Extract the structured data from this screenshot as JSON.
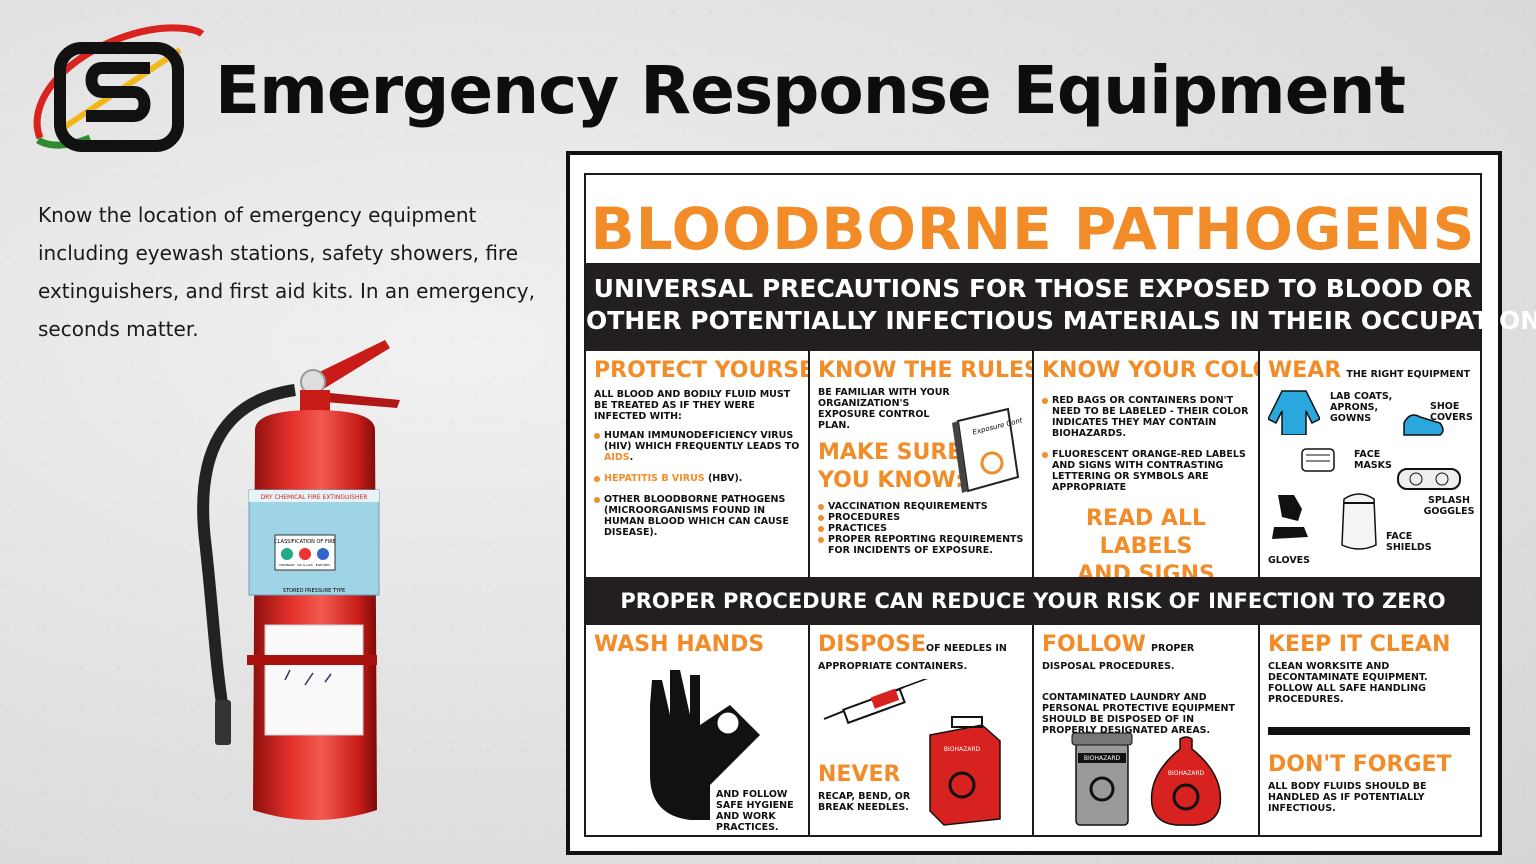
{
  "slide": {
    "title": "Emergency Response Equipment",
    "intro": "Know the location of emergency equipment including eyewash stations, safety showers, fire extinguishers, and first aid kits. In an emergency, seconds matter."
  },
  "extinguisher_label": {
    "name": "DRY CHEMICAL FIRE EXTINGUISHER",
    "classification": "CLASSIFICATION OF FIRE",
    "classes": [
      "ORDINARY",
      "OIL & GAS",
      "ELECTRIC"
    ],
    "pressure": "STORED PRESSURE TYPE"
  },
  "poster": {
    "title": "BLOODBORNE PATHOGENS",
    "subtitle_line1": "UNIVERSAL PRECAUTIONS FOR THOSE  EXPOSED TO BLOOD OR",
    "subtitle_line2": "OTHER POTENTIALLY INFECTIOUS MATERIALS IN THEIR OCCUPATION",
    "banner2": "PROPER PROCEDURE CAN REDUCE YOUR RISK OF INFECTION TO ZERO",
    "protect": {
      "heading": "PROTECT YOURSELF",
      "intro": "ALL BLOOD AND BODILY FLUID MUST BE TREATED AS IF THEY WERE INFECTED WITH:",
      "b1_pre": "HUMAN IMMUNODEFICIENCY VIRUS (HIV) WHICH FREQUENTLY LEADS TO ",
      "b1_em": "AIDS",
      "b1_post": ".",
      "b2_em": "HEPATITIS B VIRUS",
      "b2_post": " (HBV).",
      "b3": "OTHER BLOODBORNE PATHOGENS (MICROORGANISMS FOUND IN HUMAN BLOOD WHICH CAN CAUSE DISEASE)."
    },
    "rules": {
      "heading": "KNOW THE RULES",
      "intro": "BE FAMILIAR WITH YOUR ORGANIZATION'S EXPOSURE CONTROL PLAN.",
      "book_text": "Exposure Control Plan",
      "sure1": "MAKE SURE",
      "sure2": "YOU KNOW:",
      "items": [
        "VACCINATION REQUIREMENTS",
        "PROCEDURES",
        "PRACTICES",
        "PROPER REPORTING REQUIREMENTS FOR INCIDENTS OF EXPOSURE."
      ]
    },
    "colors": {
      "heading": "KNOW YOUR COLORS",
      "b1": "RED BAGS OR CONTAINERS DON'T NEED TO BE LABELED - THEIR COLOR INDICATES THEY MAY CONTAIN BIOHAZARDS.",
      "b2": "FLUORESCENT ORANGE-RED LABELS AND SIGNS WITH CONTRASTING LETTERING OR SYMBOLS ARE APPROPRIATE",
      "read1": "READ ALL LABELS",
      "read2": "AND SIGNS"
    },
    "wear": {
      "heading": "WEAR",
      "heading_small": "THE RIGHT EQUIPMENT",
      "lab": "LAB COATS, APRONS, GOWNS",
      "shoe": "SHOE COVERS",
      "masks": "FACE MASKS",
      "goggles": "SPLASH GOGGLES",
      "gloves": "GLOVES",
      "shields": "FACE SHIELDS"
    },
    "wash": {
      "heading": "WASH HANDS",
      "text": "AND FOLLOW SAFE HYGIENE AND WORK PRACTICES."
    },
    "dispose": {
      "heading": "DISPOSE",
      "text": "OF NEEDLES IN APPROPRIATE CONTAINERS.",
      "never": "NEVER",
      "never_text": "RECAP, BEND, OR BREAK NEEDLES.",
      "box_label": "BIOHAZARD"
    },
    "follow": {
      "heading": "FOLLOW",
      "text": "PROPER DISPOSAL PROCEDURES.",
      "body": "CONTAMINATED LAUNDRY AND PERSONAL PROTECTIVE EQUIPMENT SHOULD BE DISPOSED OF IN PROPERLY DESIGNATED AREAS.",
      "can_label": "BIOHAZARD",
      "bag_label": "BIOHAZARD"
    },
    "clean": {
      "heading": "KEEP IT CLEAN",
      "text": "CLEAN WORKSITE AND DECONTAMINATE EQUIPMENT. FOLLOW ALL SAFE HANDLING PROCEDURES.",
      "forget": "DON'T FORGET",
      "forget_text": "ALL BODY FLUIDS SHOULD BE HANDLED AS IF POTENTIALLY INFECTIOUS."
    }
  },
  "colors": {
    "poster_orange": "#f28c28",
    "extinguisher_red": "#d8221f",
    "band_black": "#231f20"
  }
}
